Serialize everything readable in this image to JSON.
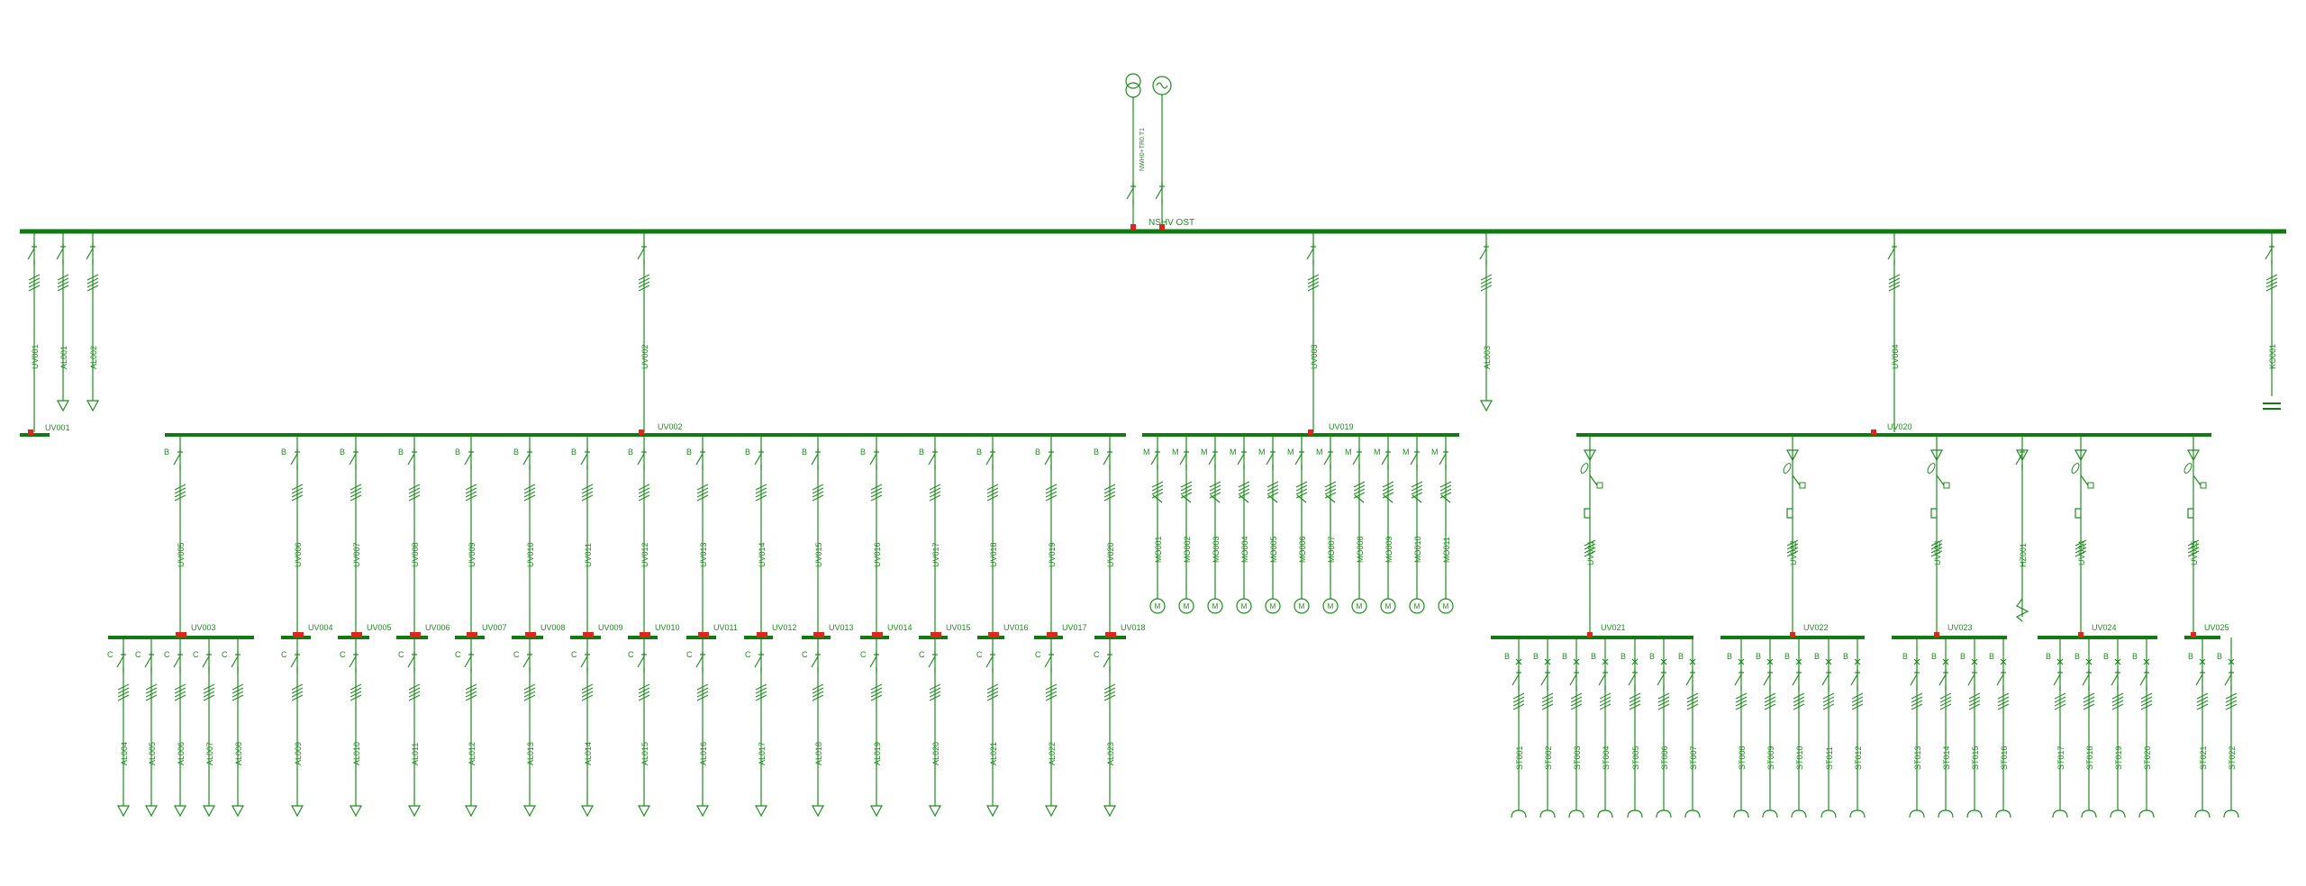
{
  "colors": {
    "line": "#1e8c1e",
    "bus": "#117a11",
    "mark": "#e0251b",
    "background": "#ffffff"
  },
  "incomer": {
    "transformer_label": "NWH0+TR0.T1",
    "icon_transformer": "transformer-icon",
    "icon_generator": "generator-icon"
  },
  "main_bus": {
    "label": "NSHV OST"
  },
  "level1": [
    {
      "label": "UV001",
      "bus": "UV001"
    },
    {
      "label": "AL001"
    },
    {
      "label": "AL002"
    },
    {
      "label": "UV002"
    },
    {
      "label": "UV003"
    },
    {
      "label": "AL003"
    },
    {
      "label": "UV004"
    },
    {
      "label": "KO001"
    }
  ],
  "uv002_bus": {
    "label": "UV002",
    "feeders": [
      {
        "label": "UV005",
        "bus": "UV003"
      },
      {
        "label": "UV006",
        "bus": "UV004"
      },
      {
        "label": "UV007",
        "bus": "UV005"
      },
      {
        "label": "UV008",
        "bus": "UV006"
      },
      {
        "label": "UV009",
        "bus": "UV007"
      },
      {
        "label": "UV010",
        "bus": "UV008"
      },
      {
        "label": "UV011",
        "bus": "UV009"
      },
      {
        "label": "UV012",
        "bus": "UV010"
      },
      {
        "label": "UV013",
        "bus": "UV011"
      },
      {
        "label": "UV014",
        "bus": "UV012"
      },
      {
        "label": "UV015",
        "bus": "UV013"
      },
      {
        "label": "UV016",
        "bus": "UV014"
      },
      {
        "label": "UV017",
        "bus": "UV015"
      },
      {
        "label": "UV018",
        "bus": "UV016"
      },
      {
        "label": "UV019",
        "bus": "UV017"
      },
      {
        "label": "UV020",
        "bus": "UV018"
      }
    ]
  },
  "outlets_al": [
    "AL004",
    "AL005",
    "AL006",
    "AL007",
    "AL008",
    "AL009",
    "AL010",
    "AL011",
    "AL012",
    "AL013",
    "AL014",
    "AL015",
    "AL016",
    "AL017",
    "AL018",
    "AL019",
    "AL020",
    "AL021",
    "AL022",
    "AL023"
  ],
  "uv019_bus": {
    "label": "UV019",
    "motors": [
      "MO001",
      "MO002",
      "MO003",
      "MO004",
      "MO005",
      "MO006",
      "MO007",
      "MO008",
      "MO009",
      "MO010",
      "MO011"
    ]
  },
  "uv020_bus": {
    "label": "UV020",
    "feeders": [
      {
        "label": "UV021",
        "bus": "UV021"
      },
      {
        "label": "UV022",
        "bus": "UV022"
      },
      {
        "label": "UV023",
        "bus": "UV023"
      },
      {
        "label": "HZ001"
      },
      {
        "label": "UV024",
        "bus": "UV024"
      },
      {
        "label": "UV025",
        "bus": "UV025"
      }
    ]
  },
  "outlets_st": [
    "ST001",
    "ST002",
    "ST003",
    "ST004",
    "ST005",
    "ST006",
    "ST007",
    "ST008",
    "ST009",
    "ST010",
    "ST011",
    "ST012",
    "ST013",
    "ST014",
    "ST015",
    "ST016",
    "ST017",
    "ST018",
    "ST019",
    "ST020",
    "ST021",
    "ST022"
  ],
  "markers": {
    "b": "B",
    "c": "C",
    "m": "M"
  }
}
